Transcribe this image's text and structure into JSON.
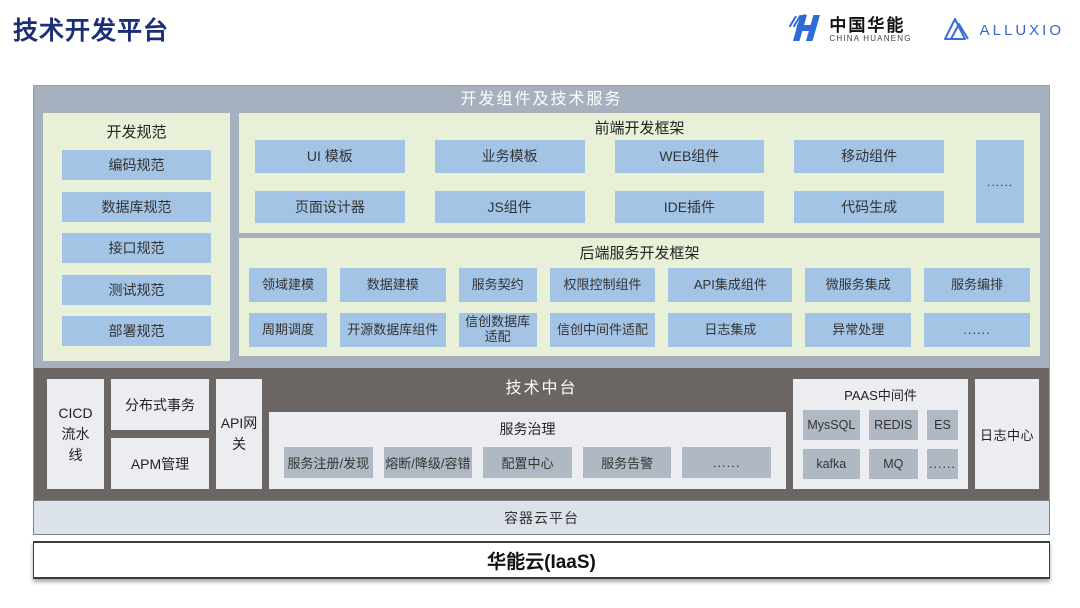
{
  "page": {
    "title": "技术开发平台"
  },
  "logos": {
    "huaneng_cn": "中国华能",
    "huaneng_en": "CHINA HUANENG",
    "alluxio": "ALLUXIO"
  },
  "dev_services": {
    "title": "开发组件及技术服务",
    "dev_specs": {
      "title": "开发规范",
      "items": [
        "编码规范",
        "数据库规范",
        "接口规范",
        "测试规范",
        "部署规范"
      ]
    },
    "frontend": {
      "title": "前端开发框架",
      "row1": [
        "UI 模板",
        "业务模板",
        "WEB组件",
        "移动组件"
      ],
      "row2": [
        "页面设计器",
        "JS组件",
        "IDE插件",
        "代码生成"
      ],
      "more": "......"
    },
    "backend": {
      "title": "后端服务开发框架",
      "row1": [
        "领域建模",
        "数据建模",
        "服务契约",
        "权限控制组件",
        "API集成组件",
        "微服务集成",
        "服务编排"
      ],
      "row2": [
        "周期调度",
        "开源数据库组件",
        "信创数据库适配",
        "信创中间件适配",
        "日志集成",
        "异常处理",
        "......"
      ]
    }
  },
  "middle_platform": {
    "title": "技术中台",
    "cicd": "CICD 流水线",
    "distributed_transaction": "分布式事务",
    "apm": "APM管理",
    "api_gateway": "API网关",
    "service_governance": {
      "title": "服务治理",
      "items": [
        "服务注册/发现",
        "熔断/降级/容错",
        "配置中心",
        "服务告警",
        "......"
      ]
    },
    "paas_middleware": {
      "title": "PAAS中间件",
      "row1": [
        "MysSQL",
        "REDIS",
        "ES"
      ],
      "row2": [
        "kafka",
        "MQ",
        "......"
      ]
    },
    "log_center": "日志中心"
  },
  "container_cloud": {
    "label": "容器云平台"
  },
  "iaas": {
    "label": "华能云(IaaS)"
  },
  "colors": {
    "navy": "#1b2e78",
    "band_gray": "#a6b0bf",
    "band_dark": "#6b6663",
    "panel_green": "#e8f1d8",
    "button_blue": "#a4c4e6",
    "button_gray": "#b0b8c3",
    "logo_blue": "#2f6bd8"
  }
}
